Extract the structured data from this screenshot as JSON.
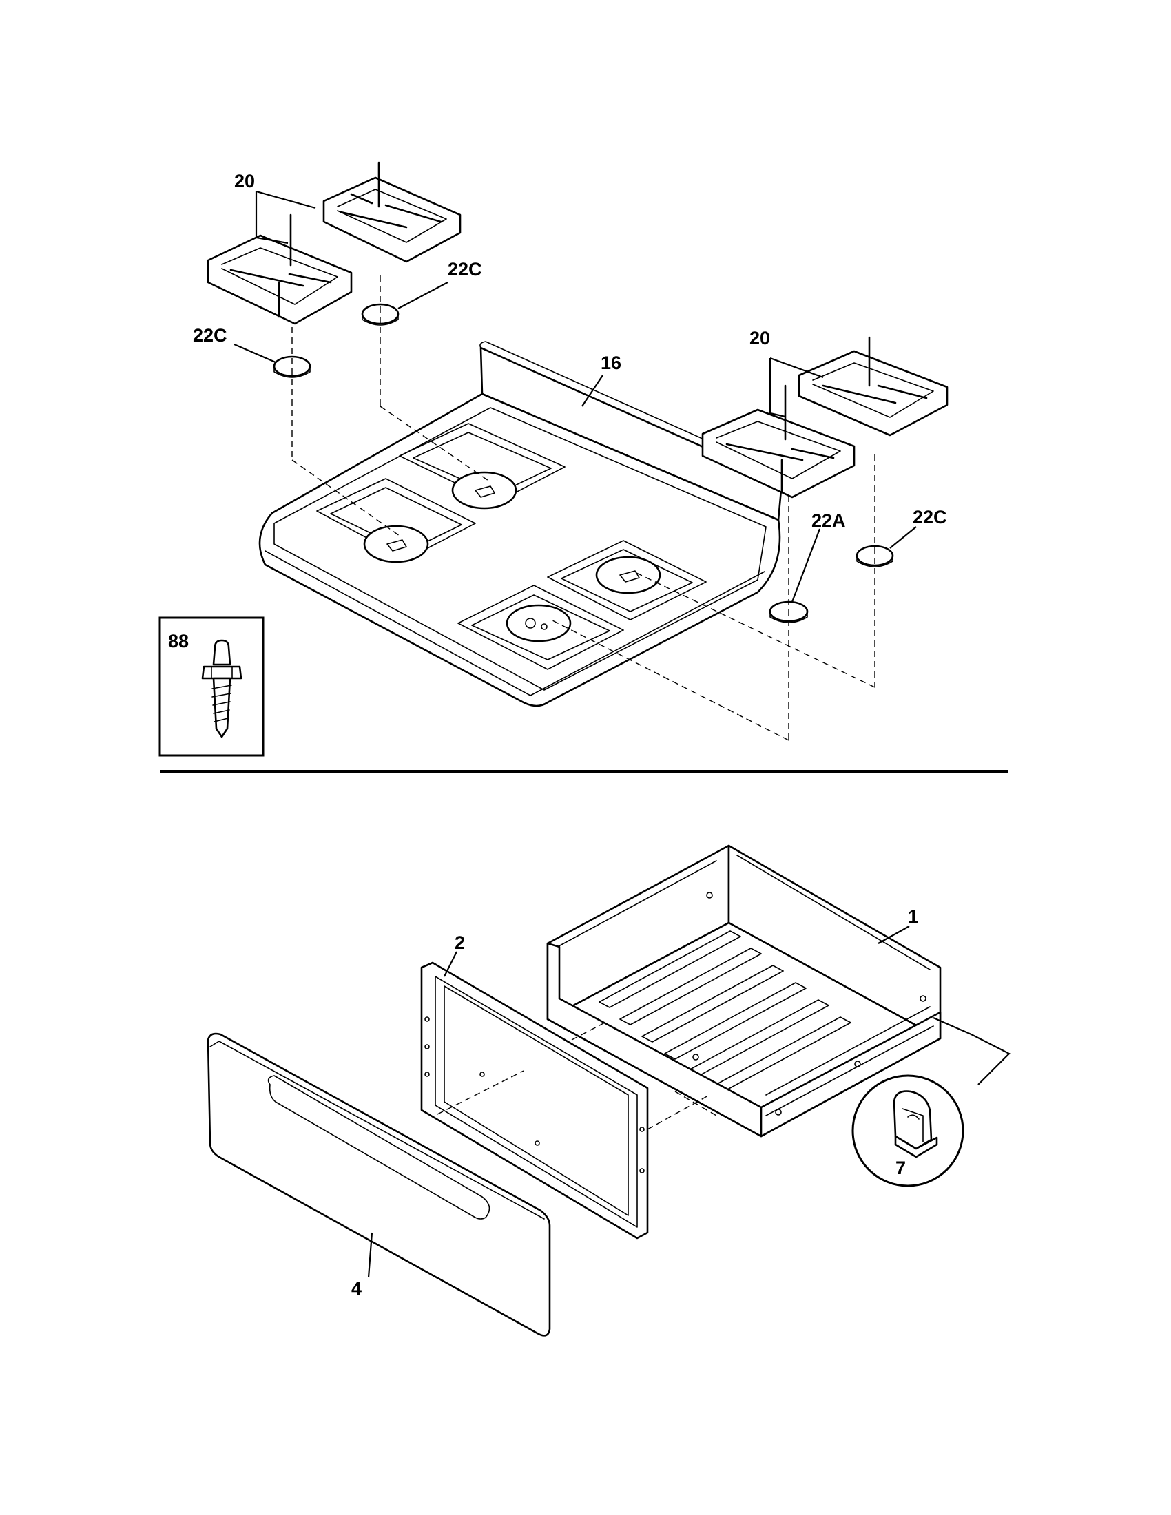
{
  "callouts": {
    "grate_left": "20",
    "grate_right": "20",
    "cap_left_1": "22C",
    "cap_left_2": "22C",
    "cap_right_a": "22A",
    "cap_right_c": "22C",
    "cooktop": "16",
    "screw_inset": "88",
    "drawer_body": "1",
    "drawer_frame": "2",
    "drawer_panel": "4",
    "clip_inset": "7"
  }
}
